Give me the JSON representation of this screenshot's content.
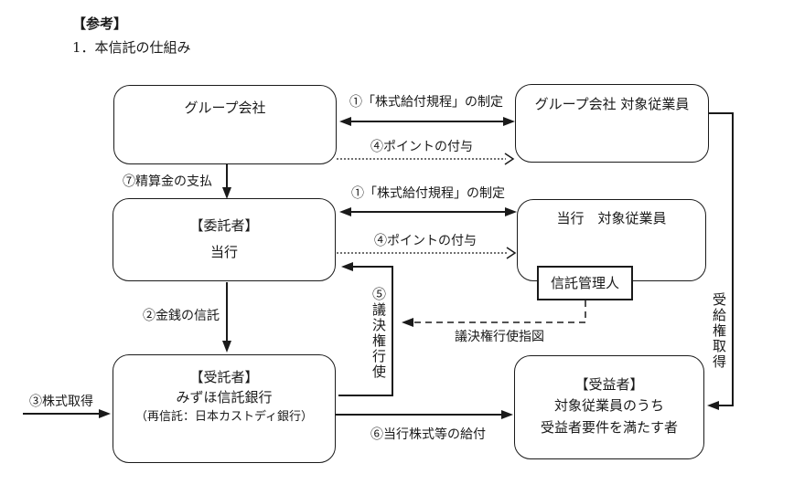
{
  "page": {
    "title": "【参考】",
    "subtitle": "1．本信託の仕組み"
  },
  "boxes": {
    "group_company": {
      "label": "グループ会社"
    },
    "group_company_employees": {
      "label": "グループ会社 対象従業員"
    },
    "consignor": {
      "role": "【委託者】",
      "name": "当行"
    },
    "bank_employees": {
      "label": "当行　対象従業員"
    },
    "trust_administrator": {
      "label": "信託管理人"
    },
    "trustee": {
      "role": "【受託者】",
      "name": "みずほ信託銀行",
      "note": "（再信託：日本カストディ銀行）"
    },
    "beneficiary": {
      "role": "【受益者】",
      "line1": "対象従業員のうち",
      "line2": "受益者要件を満たす者"
    }
  },
  "arrows": {
    "establish_rules_top": "①「株式給付規程」の制定",
    "grant_points_top": "④ポイントの付与",
    "settlement_payment": "⑦精算金の支払",
    "establish_rules_mid": "①「株式給付規程」の制定",
    "grant_points_mid": "④ポイントの付与",
    "money_trust": "②金銭の信託",
    "stock_acquisition": "③株式取得",
    "voting_rights": "⑤議決権行使",
    "voting_instruction": "議決権行使指図",
    "stock_benefit": "⑥当行株式等の給付",
    "benefit_right_acquisition": "受給権取得"
  },
  "colors": {
    "line": "#1a1a1a",
    "text": "#1a1a1a",
    "background": "#ffffff"
  }
}
